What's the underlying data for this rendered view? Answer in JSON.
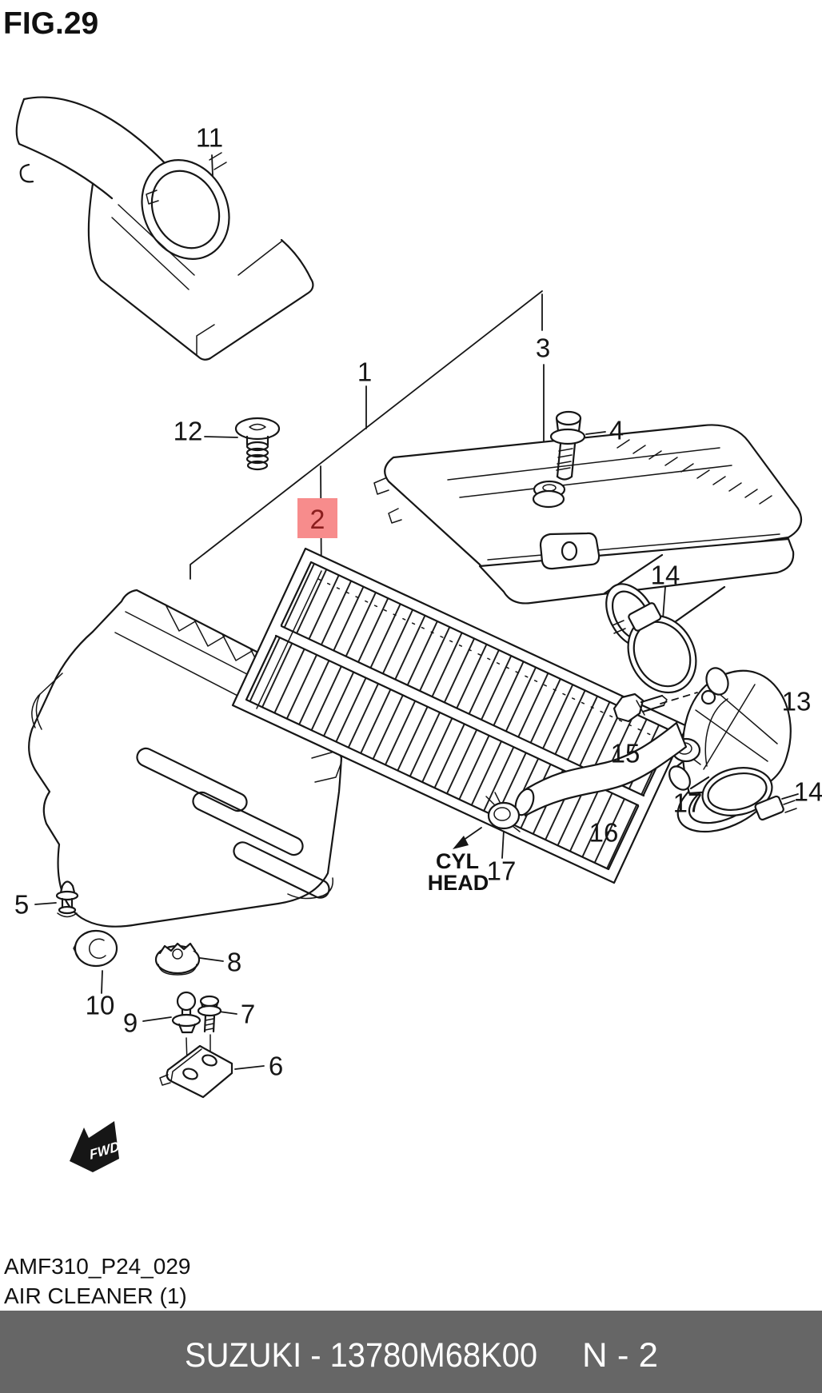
{
  "header": {
    "fig_title": "FIG.29"
  },
  "callouts": [
    {
      "label": "11"
    },
    {
      "label": "12"
    },
    {
      "label": "1"
    },
    {
      "label": "2"
    },
    {
      "label": "3"
    },
    {
      "label": "4"
    },
    {
      "label": "14"
    },
    {
      "label": "13"
    },
    {
      "label": "15"
    },
    {
      "label": "17"
    },
    {
      "label": "14"
    },
    {
      "label": "16"
    },
    {
      "label": "17"
    },
    {
      "label": "5"
    },
    {
      "label": "10"
    },
    {
      "label": "8"
    },
    {
      "label": "9"
    },
    {
      "label": "7"
    },
    {
      "label": "6"
    }
  ],
  "highlight": {
    "label": "2",
    "bg": "#f78c8c",
    "fg": "#8b1e1e"
  },
  "notes": {
    "cyl_head_line1": "CYL",
    "cyl_head_line2": "HEAD",
    "fwd_label": "FWD"
  },
  "footer": {
    "code": "AMF310_P24_029",
    "caption": "AIR CLEANER (1)",
    "brand_part": "SUZUKI - 13780M68K00",
    "page_ref": "N - 2",
    "bar_color": "#666666",
    "bar_text_color": "#ffffff"
  }
}
